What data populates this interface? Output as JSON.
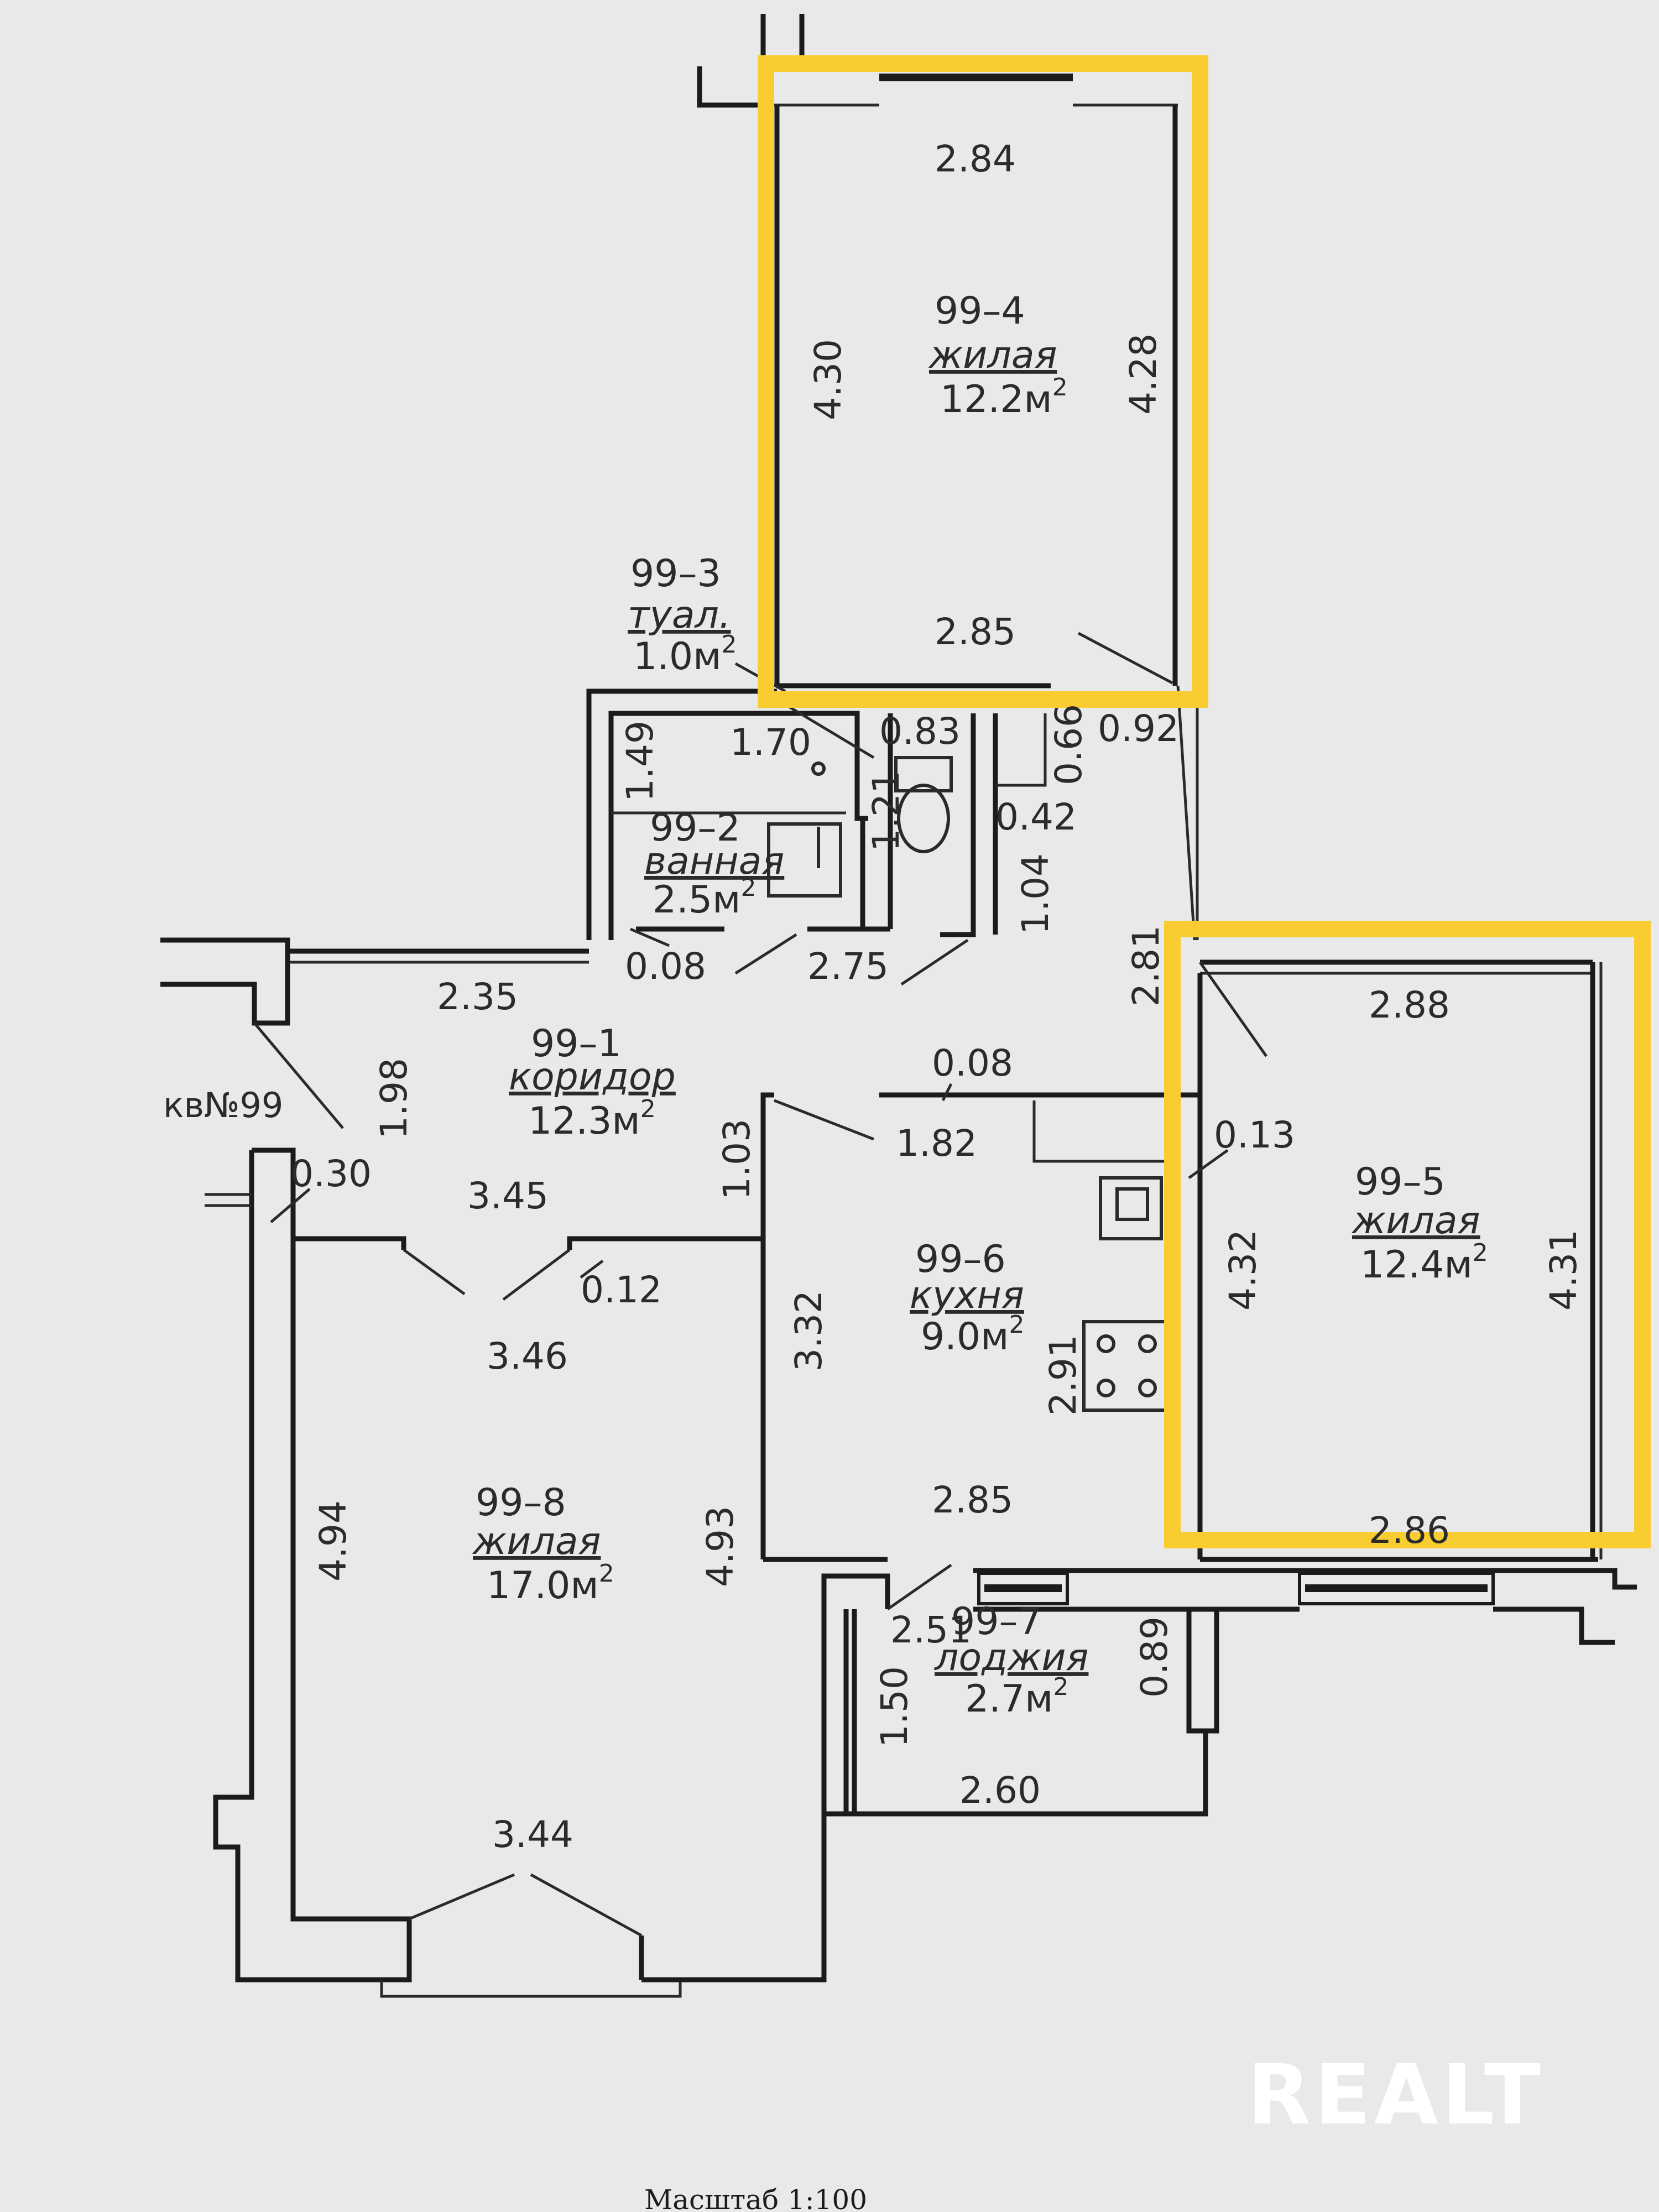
{
  "apartment": {
    "label": "кв№99"
  },
  "scale": {
    "label": "Масштаб 1:100"
  },
  "watermark": {
    "text": "REALT"
  },
  "highlight_color": "#f9cd32",
  "rooms": {
    "r1": {
      "id": "99–1",
      "name": "коридор",
      "area": "12.3м",
      "area_exp": "2"
    },
    "r2": {
      "id": "99–2",
      "name": "ванная",
      "area": "2.5м",
      "area_exp": "2"
    },
    "r3": {
      "id": "99–3",
      "name": "туал.",
      "area": "1.0м",
      "area_exp": "2"
    },
    "r4": {
      "id": "99–4",
      "name": "жилая",
      "area": "12.2м",
      "area_exp": "2"
    },
    "r5": {
      "id": "99–5",
      "name": "жилая",
      "area": "12.4м",
      "area_exp": "2"
    },
    "r6": {
      "id": "99–6",
      "name": "кухня",
      "area": "9.0м",
      "area_exp": "2"
    },
    "r7": {
      "id": "99–7",
      "name": "лоджия",
      "area": "2.7м",
      "area_exp": "2"
    },
    "r8": {
      "id": "99–8",
      "name": "жилая",
      "area": "17.0м",
      "area_exp": "2"
    }
  },
  "dims": {
    "d_284": "2.84",
    "d_430": "4.30",
    "d_428": "4.28",
    "d_285a": "2.85",
    "d_170": "1.70",
    "d_083": "0.83",
    "d_066": "0.66",
    "d_092": "0.92",
    "d_149": "1.49",
    "d_121": "1.21",
    "d_042": "0.42",
    "d_104": "1.04",
    "d_008a": "0.08",
    "d_275": "2.75",
    "d_235": "2.35",
    "d_281": "2.81",
    "d_288": "2.88",
    "d_198": "1.98",
    "d_030": "0.30",
    "d_345": "3.45",
    "d_103": "1.03",
    "d_008b": "0.08",
    "d_182": "1.82",
    "d_013": "0.13",
    "d_012": "0.12",
    "d_346": "3.46",
    "d_332": "3.32",
    "d_432": "4.32",
    "d_431": "4.31",
    "d_291": "2.91",
    "d_285b": "2.85",
    "d_286": "2.86",
    "d_494": "4.94",
    "d_493": "4.93",
    "d_251": "2.51",
    "d_150": "1.50",
    "d_089": "0.89",
    "d_260": "2.60",
    "d_344": "3.44"
  }
}
